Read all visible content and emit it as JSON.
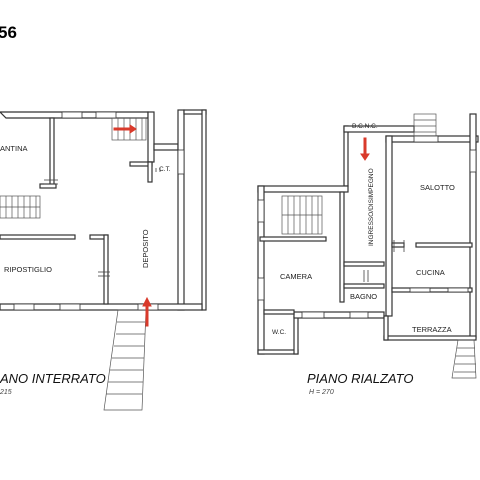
{
  "sheet_code": "56",
  "colors": {
    "accent_arrow": "#d93a2b",
    "walls": "#333333",
    "background": "#ffffff"
  },
  "floors": {
    "basement": {
      "title": "ANO INTERRATO",
      "height": "215",
      "rooms": {
        "cantina": "ANTINA",
        "ct": "C.T.",
        "ripostiglio": "RIPOSTIGLIO",
        "deposito": "DEPOSITO"
      }
    },
    "ground": {
      "title": "PIANO RIALZATO",
      "height": "H = 270",
      "rooms": {
        "bcnc": "B.C.N.C.",
        "ingresso": "INGRESSO/DISIMPEGNO",
        "salotto": "SALOTTO",
        "camera": "CAMERA",
        "cucina": "CUCINA",
        "bagno": "BAGNO",
        "wc": "W.C.",
        "terrazza": "TERRAZZA"
      }
    }
  }
}
